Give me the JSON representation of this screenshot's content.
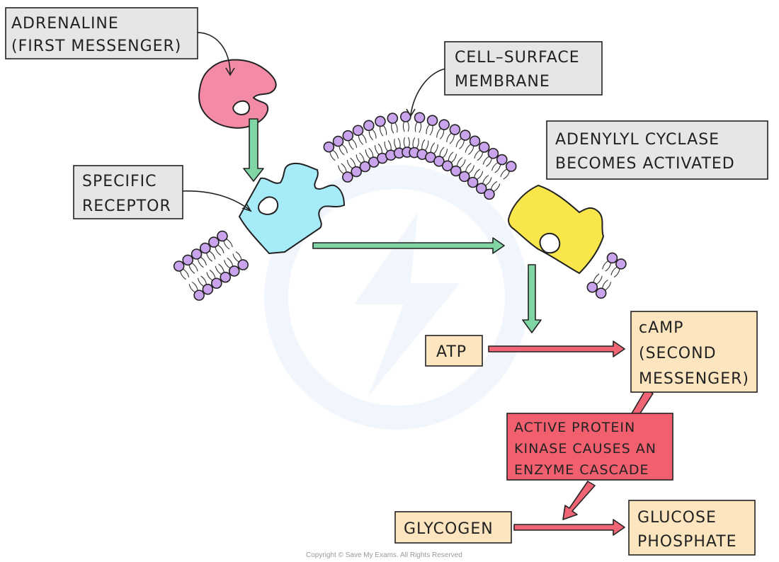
{
  "labels": {
    "adrenaline": [
      "ADRENALINE",
      "(FIRST  MESSENGER)"
    ],
    "membrane": [
      "CELL–SURFACE",
      "MEMBRANE"
    ],
    "receptor": [
      "SPECIFIC",
      "RECEPTOR"
    ],
    "adenylyl": [
      "ADENYLYL  CYCLASE",
      "BECOMES  ACTIVATED"
    ],
    "atp": "ATP",
    "camp": [
      "cAMP",
      "(SECOND",
      "MESSENGER)"
    ],
    "kinase": [
      "ACTIVE  PROTEIN",
      "KINASE  CAUSES  AN",
      "ENZYME  CASCADE"
    ],
    "glycogen": "GLYCOGEN",
    "glucose": [
      "GLUCOSE",
      "PHOSPHATE"
    ]
  },
  "copyright": "Copyright © Save My Exams. All Rights Reserved",
  "colors": {
    "grey_box": "#e6e6e6",
    "beige_box": "#fde6bf",
    "red_box": "#f2606f",
    "green_arrow": "#7fd6a4",
    "red_arrow": "#f06576",
    "phospholipid": "#c9a3ec",
    "adrenaline": "#f48ba6",
    "receptor": "#a6ecf8",
    "adenylyl_cyclase": "#f8e64a"
  }
}
